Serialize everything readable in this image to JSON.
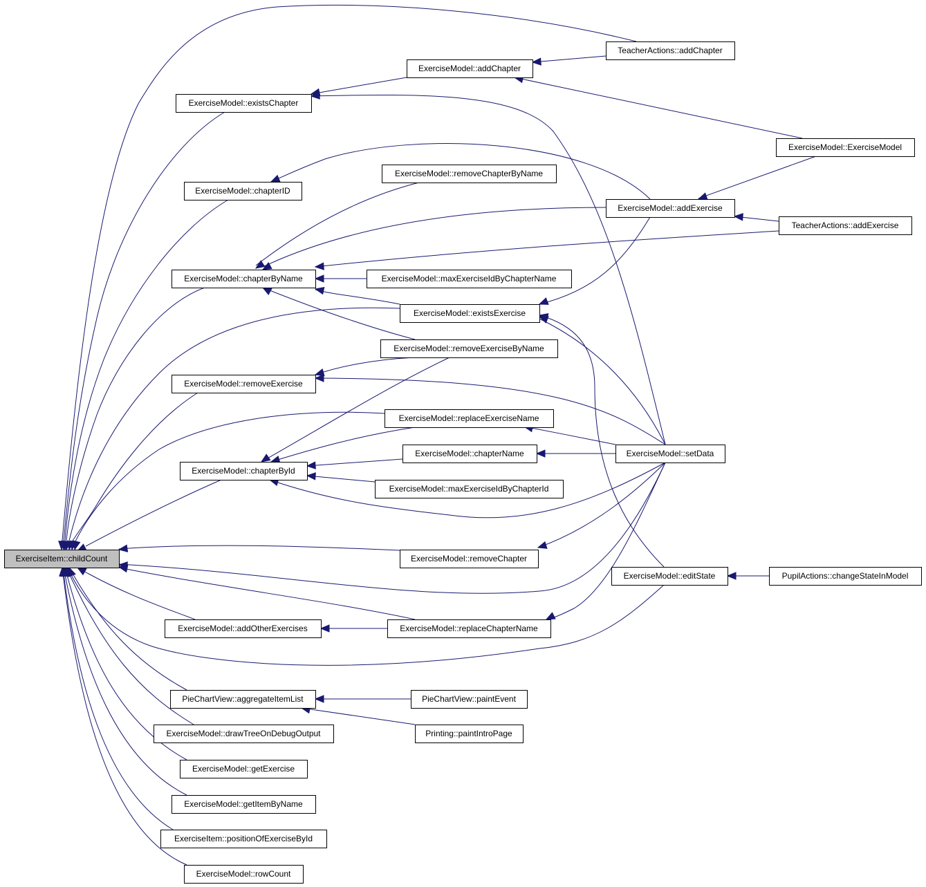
{
  "graph": {
    "root": "ExerciseItem::childCount",
    "colors": {
      "edge": "#191970",
      "node_fill": "#ffffff",
      "root_fill": "#bfbfbf",
      "border": "#000000"
    },
    "nodes": [
      "ExerciseItem::childCount",
      "ExerciseModel::existsChapter",
      "ExerciseModel::addChapter",
      "TeacherActions::addChapter",
      "ExerciseModel::ExerciseModel",
      "ExerciseModel::chapterID",
      "ExerciseModel::removeChapterByName",
      "ExerciseModel::addExercise",
      "TeacherActions::addExercise",
      "ExerciseModel::chapterByName",
      "ExerciseModel::maxExerciseIdByChapterName",
      "ExerciseModel::existsExercise",
      "ExerciseModel::removeExerciseByName",
      "ExerciseModel::removeExercise",
      "ExerciseModel::replaceExerciseName",
      "ExerciseModel::setData",
      "ExerciseModel::chapterName",
      "ExerciseModel::chapterById",
      "ExerciseModel::maxExerciseIdByChapterId",
      "ExerciseModel::removeChapter",
      "ExerciseModel::editState",
      "PupilActions::changeStateInModel",
      "ExerciseModel::addOtherExercises",
      "ExerciseModel::replaceChapterName",
      "PieChartView::aggregateItemList",
      "PieChartView::paintEvent",
      "ExerciseModel::drawTreeOnDebugOutput",
      "Printing::paintIntroPage",
      "ExerciseModel::getExercise",
      "ExerciseModel::getItemByName",
      "ExerciseItem::positionOfExerciseById",
      "ExerciseModel::rowCount"
    ],
    "edges": [
      [
        "ExerciseModel::existsChapter",
        "ExerciseItem::childCount"
      ],
      [
        "ExerciseModel::chapterID",
        "ExerciseItem::childCount"
      ],
      [
        "ExerciseModel::chapterByName",
        "ExerciseItem::childCount"
      ],
      [
        "ExerciseModel::existsExercise",
        "ExerciseItem::childCount"
      ],
      [
        "ExerciseModel::removeExercise",
        "ExerciseItem::childCount"
      ],
      [
        "ExerciseModel::replaceExerciseName",
        "ExerciseItem::childCount"
      ],
      [
        "ExerciseModel::chapterById",
        "ExerciseItem::childCount"
      ],
      [
        "ExerciseModel::removeChapter",
        "ExerciseItem::childCount"
      ],
      [
        "ExerciseModel::setData",
        "ExerciseItem::childCount"
      ],
      [
        "ExerciseModel::addOtherExercises",
        "ExerciseItem::childCount"
      ],
      [
        "ExerciseModel::replaceChapterName",
        "ExerciseItem::childCount"
      ],
      [
        "ExerciseModel::editState",
        "ExerciseItem::childCount"
      ],
      [
        "PieChartView::aggregateItemList",
        "ExerciseItem::childCount"
      ],
      [
        "ExerciseModel::drawTreeOnDebugOutput",
        "ExerciseItem::childCount"
      ],
      [
        "ExerciseModel::getExercise",
        "ExerciseItem::childCount"
      ],
      [
        "ExerciseModel::getItemByName",
        "ExerciseItem::childCount"
      ],
      [
        "ExerciseItem::positionOfExerciseById",
        "ExerciseItem::childCount"
      ],
      [
        "ExerciseModel::rowCount",
        "ExerciseItem::childCount"
      ],
      [
        "TeacherActions::addChapter",
        "ExerciseItem::childCount"
      ],
      [
        "ExerciseModel::addChapter",
        "ExerciseModel::existsChapter"
      ],
      [
        "ExerciseModel::setData",
        "ExerciseModel::existsChapter"
      ],
      [
        "TeacherActions::addChapter",
        "ExerciseModel::addChapter"
      ],
      [
        "ExerciseModel::ExerciseModel",
        "ExerciseModel::addChapter"
      ],
      [
        "ExerciseModel::addExercise",
        "ExerciseModel::chapterID"
      ],
      [
        "ExerciseModel::removeChapterByName",
        "ExerciseModel::chapterByName"
      ],
      [
        "ExerciseModel::addExercise",
        "ExerciseModel::chapterByName"
      ],
      [
        "TeacherActions::addExercise",
        "ExerciseModel::chapterByName"
      ],
      [
        "ExerciseModel::maxExerciseIdByChapterName",
        "ExerciseModel::chapterByName"
      ],
      [
        "ExerciseModel::existsExercise",
        "ExerciseModel::chapterByName"
      ],
      [
        "ExerciseModel::removeExerciseByName",
        "ExerciseModel::chapterByName"
      ],
      [
        "ExerciseModel::ExerciseModel",
        "ExerciseModel::addExercise"
      ],
      [
        "TeacherActions::addExercise",
        "ExerciseModel::addExercise"
      ],
      [
        "ExerciseModel::addExercise",
        "ExerciseModel::existsExercise"
      ],
      [
        "ExerciseModel::setData",
        "ExerciseModel::existsExercise"
      ],
      [
        "ExerciseModel::editState",
        "ExerciseModel::existsExercise"
      ],
      [
        "ExerciseModel::removeExerciseByName",
        "ExerciseModel::removeExercise"
      ],
      [
        "ExerciseModel::setData",
        "ExerciseModel::removeExercise"
      ],
      [
        "ExerciseModel::removeExerciseByName",
        "ExerciseModel::chapterById"
      ],
      [
        "ExerciseModel::replaceExerciseName",
        "ExerciseModel::chapterById"
      ],
      [
        "ExerciseModel::chapterName",
        "ExerciseModel::chapterById"
      ],
      [
        "ExerciseModel::maxExerciseIdByChapterId",
        "ExerciseModel::chapterById"
      ],
      [
        "ExerciseModel::setData",
        "ExerciseModel::chapterById"
      ],
      [
        "ExerciseModel::setData",
        "ExerciseModel::replaceExerciseName"
      ],
      [
        "ExerciseModel::setData",
        "ExerciseModel::chapterName"
      ],
      [
        "ExerciseModel::setData",
        "ExerciseModel::removeChapter"
      ],
      [
        "ExerciseModel::setData",
        "ExerciseModel::replaceChapterName"
      ],
      [
        "ExerciseModel::replaceChapterName",
        "ExerciseModel::addOtherExercises"
      ],
      [
        "PupilActions::changeStateInModel",
        "ExerciseModel::editState"
      ],
      [
        "PieChartView::paintEvent",
        "PieChartView::aggregateItemList"
      ],
      [
        "Printing::paintIntroPage",
        "PieChartView::aggregateItemList"
      ]
    ]
  }
}
